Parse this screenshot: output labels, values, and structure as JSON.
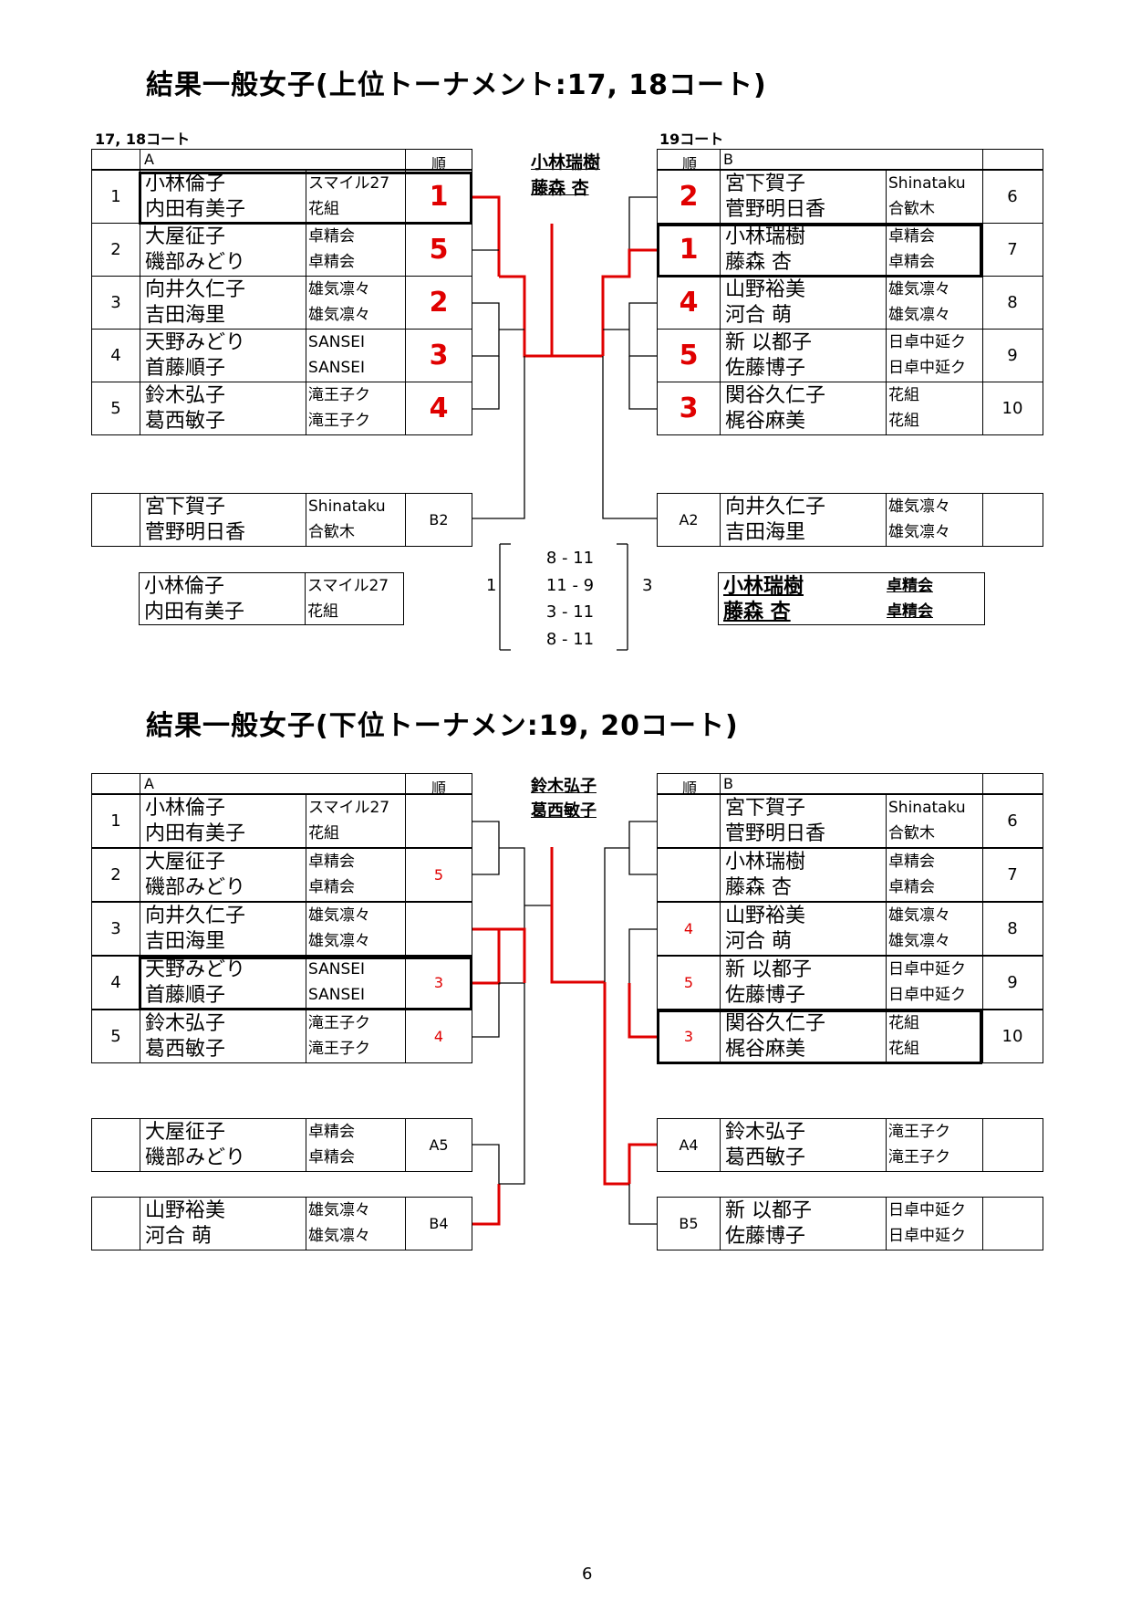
{
  "top": {
    "title": "結果一般女子(上位トーナメント:17, 18コート)",
    "left_caption": "17, 18コート",
    "right_caption": "19コート",
    "winner": [
      "小林瑞樹",
      "藤森 杏"
    ],
    "left_header": {
      "group": "A",
      "rank": "順"
    },
    "right_header": {
      "group": "B",
      "rank": "順"
    },
    "left_rows": [
      {
        "no": "1",
        "p1": "小林倫子",
        "p2": "内田有美子",
        "c1": "スマイル27",
        "c2": "花組",
        "rank": "1"
      },
      {
        "no": "2",
        "p1": "大屋征子",
        "p2": "磯部みどり",
        "c1": "卓精会",
        "c2": "卓精会",
        "rank": "5"
      },
      {
        "no": "3",
        "p1": "向井久仁子",
        "p2": "吉田海里",
        "c1": "雄気凛々",
        "c2": "雄気凛々",
        "rank": "2"
      },
      {
        "no": "4",
        "p1": "天野みどり",
        "p2": "首藤順子",
        "c1": "SANSEI",
        "c2": "SANSEI",
        "rank": "3"
      },
      {
        "no": "5",
        "p1": "鈴木弘子",
        "p2": "葛西敏子",
        "c1": "滝王子ク",
        "c2": "滝王子ク",
        "rank": "4"
      }
    ],
    "right_rows": [
      {
        "no": "6",
        "p1": "宮下賀子",
        "p2": "菅野明日香",
        "c1": "Shinataku",
        "c2": "合歓木",
        "rank": "2"
      },
      {
        "no": "7",
        "p1": "小林瑞樹",
        "p2": "藤森 杏",
        "c1": "卓精会",
        "c2": "卓精会",
        "rank": "1"
      },
      {
        "no": "8",
        "p1": "山野裕美",
        "p2": "河合 萌",
        "c1": "雄気凛々",
        "c2": "雄気凛々",
        "rank": "4"
      },
      {
        "no": "9",
        "p1": "新 以都子",
        "p2": "佐藤博子",
        "c1": "日卓中延ク",
        "c2": "日卓中延ク",
        "rank": "5"
      },
      {
        "no": "10",
        "p1": "関谷久仁子",
        "p2": "梶谷麻美",
        "c1": "花組",
        "c2": "花組",
        "rank": "3"
      }
    ],
    "left_extra": {
      "p1": "宮下賀子",
      "p2": "菅野明日香",
      "c1": "Shinataku",
      "c2": "合歓木",
      "seed": "B2"
    },
    "right_extra": {
      "p1": "向井久仁子",
      "p2": "吉田海里",
      "c1": "雄気凛々",
      "c2": "雄気凛々",
      "seed": "A2"
    },
    "final_left": {
      "p1": "小林倫子",
      "p2": "内田有美子",
      "c1": "スマイル27",
      "c2": "花組"
    },
    "final_right": {
      "p1": "小林瑞樹",
      "p2": "藤森 杏",
      "c1": "卓精会",
      "c2": "卓精会"
    },
    "final_left_games": "1",
    "final_right_games": "3",
    "scores": [
      "8 - 11",
      "11 - 9",
      "3 - 11",
      "8 - 11"
    ]
  },
  "bottom": {
    "title": "結果一般女子(下位トーナメン:19, 20コート)",
    "winner": [
      "鈴木弘子",
      "葛西敏子"
    ],
    "left_header": {
      "group": "A",
      "rank": "順"
    },
    "right_header": {
      "group": "B",
      "rank": "順"
    },
    "left_rows": [
      {
        "no": "1",
        "p1": "小林倫子",
        "p2": "内田有美子",
        "c1": "スマイル27",
        "c2": "花組",
        "rank": ""
      },
      {
        "no": "2",
        "p1": "大屋征子",
        "p2": "磯部みどり",
        "c1": "卓精会",
        "c2": "卓精会",
        "rank": "5"
      },
      {
        "no": "3",
        "p1": "向井久仁子",
        "p2": "吉田海里",
        "c1": "雄気凛々",
        "c2": "雄気凛々",
        "rank": ""
      },
      {
        "no": "4",
        "p1": "天野みどり",
        "p2": "首藤順子",
        "c1": "SANSEI",
        "c2": "SANSEI",
        "rank": "3"
      },
      {
        "no": "5",
        "p1": "鈴木弘子",
        "p2": "葛西敏子",
        "c1": "滝王子ク",
        "c2": "滝王子ク",
        "rank": "4"
      }
    ],
    "right_rows": [
      {
        "no": "6",
        "p1": "宮下賀子",
        "p2": "菅野明日香",
        "c1": "Shinataku",
        "c2": "合歓木",
        "rank": ""
      },
      {
        "no": "7",
        "p1": "小林瑞樹",
        "p2": "藤森 杏",
        "c1": "卓精会",
        "c2": "卓精会",
        "rank": ""
      },
      {
        "no": "8",
        "p1": "山野裕美",
        "p2": "河合 萌",
        "c1": "雄気凛々",
        "c2": "雄気凛々",
        "rank": "4"
      },
      {
        "no": "9",
        "p1": "新 以都子",
        "p2": "佐藤博子",
        "c1": "日卓中延ク",
        "c2": "日卓中延ク",
        "rank": "5"
      },
      {
        "no": "10",
        "p1": "関谷久仁子",
        "p2": "梶谷麻美",
        "c1": "花組",
        "c2": "花組",
        "rank": "3"
      }
    ],
    "left_extra1": {
      "p1": "大屋征子",
      "p2": "磯部みどり",
      "c1": "卓精会",
      "c2": "卓精会",
      "seed": "A5"
    },
    "left_extra2": {
      "p1": "山野裕美",
      "p2": "河合 萌",
      "c1": "雄気凛々",
      "c2": "雄気凛々",
      "seed": "B4"
    },
    "right_extra1": {
      "p1": "鈴木弘子",
      "p2": "葛西敏子",
      "c1": "滝王子ク",
      "c2": "滝王子ク",
      "seed": "A4"
    },
    "right_extra2": {
      "p1": "新 以都子",
      "p2": "佐藤博子",
      "c1": "日卓中延ク",
      "c2": "日卓中延ク",
      "seed": "B5"
    }
  },
  "page_number": "6",
  "colors": {
    "win_line": "#e00000",
    "line": "#000000"
  }
}
